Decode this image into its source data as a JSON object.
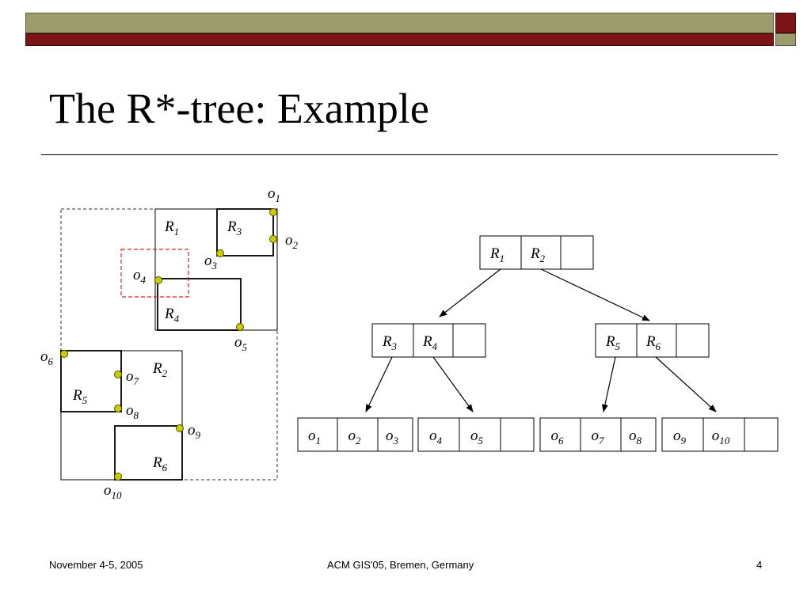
{
  "header": {
    "colors": {
      "olive": "#9c9b6c",
      "dark_red": "#7b1515"
    }
  },
  "slide": {
    "title": "The R*-tree: Example"
  },
  "diagram": {
    "colors": {
      "point_fill": "#cccc00",
      "point_stroke": "#555500",
      "query_box": "#dd2222"
    },
    "space": {
      "rects": [
        {
          "id": "R3"
        },
        {
          "id": "R4"
        },
        {
          "id": "R5"
        },
        {
          "id": "R6"
        }
      ],
      "labels": {
        "R1": {
          "main": "R",
          "sub": "1"
        },
        "R2": {
          "main": "R",
          "sub": "2"
        },
        "R3": {
          "main": "R",
          "sub": "3"
        },
        "R4": {
          "main": "R",
          "sub": "4"
        },
        "R5": {
          "main": "R",
          "sub": "5"
        },
        "R6": {
          "main": "R",
          "sub": "6"
        }
      },
      "points": [
        {
          "id": "o1",
          "main": "o",
          "sub": "1"
        },
        {
          "id": "o2",
          "main": "o",
          "sub": "2"
        },
        {
          "id": "o3",
          "main": "o",
          "sub": "3"
        },
        {
          "id": "o4",
          "main": "o",
          "sub": "4"
        },
        {
          "id": "o5",
          "main": "o",
          "sub": "5"
        },
        {
          "id": "o6",
          "main": "o",
          "sub": "6"
        },
        {
          "id": "o7",
          "main": "o",
          "sub": "7"
        },
        {
          "id": "o8",
          "main": "o",
          "sub": "8"
        },
        {
          "id": "o9",
          "main": "o",
          "sub": "9"
        },
        {
          "id": "o10",
          "main": "o",
          "sub": "10"
        }
      ]
    },
    "tree": {
      "nodes": [
        {
          "id": "root",
          "entries": [
            {
              "main": "R",
              "sub": "1"
            },
            {
              "main": "R",
              "sub": "2"
            },
            {
              "main": "",
              "sub": ""
            }
          ]
        },
        {
          "id": "node-r1",
          "entries": [
            {
              "main": "R",
              "sub": "3"
            },
            {
              "main": "R",
              "sub": "4"
            },
            {
              "main": "",
              "sub": ""
            }
          ]
        },
        {
          "id": "node-r2",
          "entries": [
            {
              "main": "R",
              "sub": "5"
            },
            {
              "main": "R",
              "sub": "6"
            },
            {
              "main": "",
              "sub": ""
            }
          ]
        },
        {
          "id": "leaf-r3",
          "entries": [
            {
              "main": "o",
              "sub": "1"
            },
            {
              "main": "o",
              "sub": "2"
            },
            {
              "main": "o",
              "sub": "3"
            }
          ]
        },
        {
          "id": "leaf-r4",
          "entries": [
            {
              "main": "o",
              "sub": "4"
            },
            {
              "main": "o",
              "sub": "5"
            },
            {
              "main": "",
              "sub": ""
            }
          ]
        },
        {
          "id": "leaf-r5",
          "entries": [
            {
              "main": "o",
              "sub": "6"
            },
            {
              "main": "o",
              "sub": "7"
            },
            {
              "main": "o",
              "sub": "8"
            }
          ]
        },
        {
          "id": "leaf-r6",
          "entries": [
            {
              "main": "o",
              "sub": "9"
            },
            {
              "main": "o",
              "sub": "10"
            },
            {
              "main": "",
              "sub": ""
            }
          ]
        }
      ]
    }
  },
  "footer": {
    "date": "November 4-5, 2005",
    "venue": "ACM GIS'05, Bremen, Germany",
    "page": "4"
  }
}
